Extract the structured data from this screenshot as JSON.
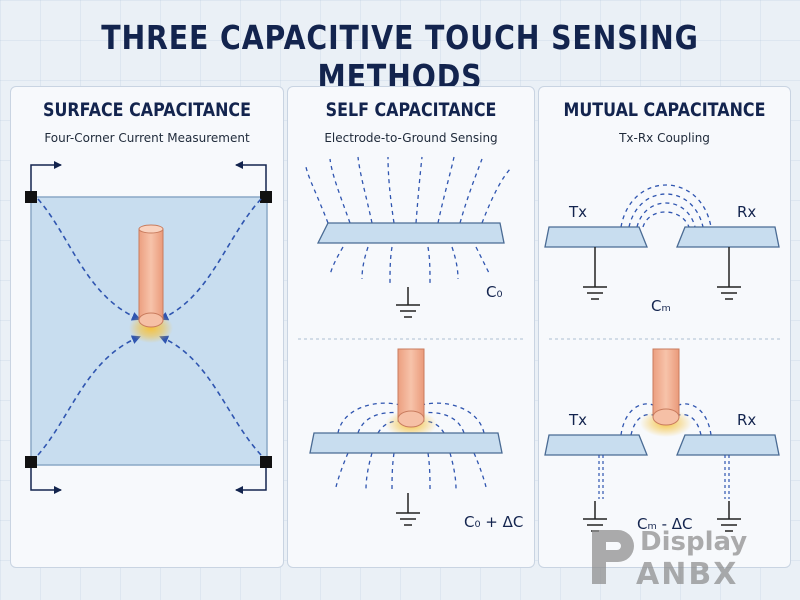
{
  "title": "THREE CAPACITIVE TOUCH SENSING METHODS",
  "colors": {
    "navy": "#13244e",
    "field_line": "#2f55b0",
    "glass": "#c8ddef",
    "finger": "#f3b296",
    "touch_glow": "#f6c23e",
    "watermark": "#8d8d8d"
  },
  "panels": [
    {
      "heading": "SURFACE CAPACITANCE",
      "subtitle": "Four-Corner Current Measurement"
    },
    {
      "heading": "SELF CAPACITANCE",
      "subtitle": "Electrode-to-Ground Sensing",
      "label_top": "C₀",
      "label_bottom": "C₀ + ΔC"
    },
    {
      "heading": "MUTUAL CAPACITANCE",
      "subtitle": "Tx-Rx Coupling",
      "tx": "Tx",
      "rx": "Rx",
      "label_top": "Cₘ",
      "label_bottom": "Cₘ - ΔC"
    }
  ],
  "watermark": {
    "line1": "Display",
    "line2": "ANBX"
  }
}
